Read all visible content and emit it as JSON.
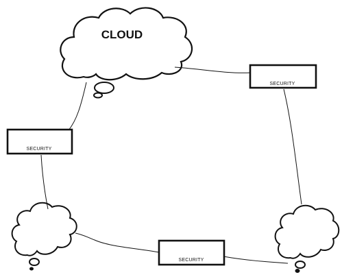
{
  "diagram": {
    "nodes": {
      "main_cloud": {
        "label": "CLOUD"
      },
      "security_top_right": {
        "label": "SECURITY"
      },
      "security_left": {
        "label": "SECURITY"
      },
      "security_bottom": {
        "label": "SECURITY"
      },
      "cloud_bottom_left": {
        "label": ""
      },
      "cloud_bottom_right": {
        "label": ""
      }
    },
    "edges": [
      {
        "from": "main_cloud",
        "to": "security_top_right"
      },
      {
        "from": "security_top_right",
        "to": "cloud_bottom_right"
      },
      {
        "from": "cloud_bottom_right",
        "to": "security_bottom"
      },
      {
        "from": "security_bottom",
        "to": "cloud_bottom_left"
      },
      {
        "from": "cloud_bottom_left",
        "to": "security_left"
      },
      {
        "from": "security_left",
        "to": "main_cloud"
      }
    ],
    "colors": {
      "stroke": "#111111",
      "background": "#ffffff"
    }
  }
}
